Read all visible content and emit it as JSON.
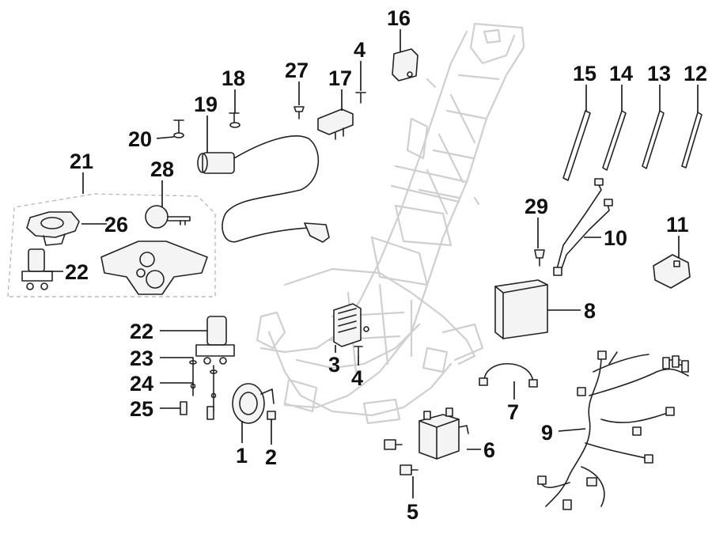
{
  "diagram": {
    "labels": {
      "n1": "1",
      "n2": "2",
      "n3": "3",
      "n4a": "4",
      "n4b": "4",
      "n5": "5",
      "n6": "6",
      "n7": "7",
      "n8": "8",
      "n9": "9",
      "n10": "10",
      "n11": "11",
      "n12": "12",
      "n13": "13",
      "n14": "14",
      "n15": "15",
      "n16": "16",
      "n17": "17",
      "n18": "18",
      "n19": "19",
      "n20": "20",
      "n21": "21",
      "n22a": "22",
      "n22b": "22",
      "n23": "23",
      "n24": "24",
      "n25": "25",
      "n26": "26",
      "n27": "27",
      "n28": "28",
      "n29": "29"
    }
  }
}
